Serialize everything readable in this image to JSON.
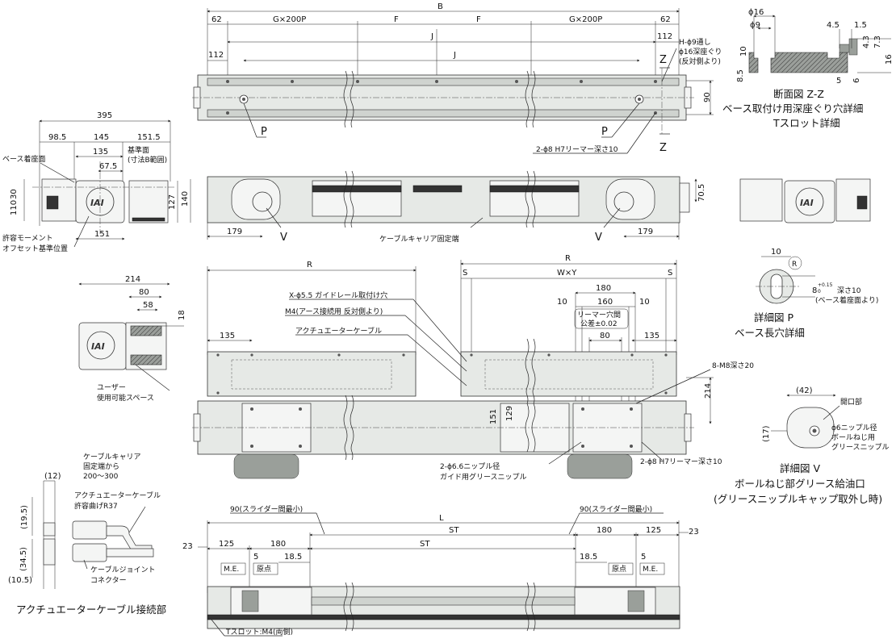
{
  "top_view": {
    "dims": {
      "B": "B",
      "d62_left": "62",
      "g200_left": "G×200P",
      "f_left": "F",
      "f_right": "F",
      "g200_right": "G×200P",
      "d62_right": "62",
      "j_upper": "J",
      "j_lower": "J",
      "d112_left": "112",
      "d112_right": "112",
      "d90": "90",
      "z_upper": "Z",
      "z_lower": "Z",
      "p_left": "P",
      "p_right": "P"
    },
    "notes": {
      "hole_line1": "H-ϕ9通し",
      "hole_line2": "ϕ16深座ぐり",
      "hole_line3": "(反対側より)",
      "reamer": "2-ϕ8 H7リーマー深さ10"
    }
  },
  "section_zz": {
    "dims": {
      "phi16": "ϕ16",
      "phi9": "ϕ9",
      "d10": "10",
      "d8_5": "8.5",
      "d4_5": "4.5",
      "d1_5": "1.5",
      "d4_3": "4.3",
      "d7_3": "7.3",
      "d16": "16",
      "d5": "5",
      "d6": "6"
    },
    "caption1": "断面図 Z-Z",
    "caption2": "ベース取付け用深座ぐり穴詳細",
    "caption3": "Tスロット詳細"
  },
  "end_view_left": {
    "dims": {
      "d395": "395",
      "d98_5": "98.5",
      "d145": "145",
      "d151_5": "151.5",
      "d135": "135",
      "d67_5": "67.5",
      "d30": "30",
      "d110": "110",
      "d127": "127",
      "d140": "140",
      "d151": "151"
    },
    "labels": {
      "base_face": "ベース着座面",
      "ref_face1": "基準面",
      "ref_face2": "(寸法B範囲)",
      "moment1": "許容モーメント",
      "moment2": "オフセット基準位置"
    }
  },
  "front_view": {
    "dims": {
      "d179_left": "179",
      "d179_right": "179",
      "d70_5": "70.5",
      "v_left": "V",
      "v_right": "V"
    },
    "labels": {
      "carrier_fixed": "ケーブルキャリア固定端"
    }
  },
  "detail_user_space": {
    "dims": {
      "d214": "214",
      "d80": "80",
      "d58": "58",
      "d18": "18"
    },
    "label1": "ユーザー",
    "label2": "使用可能スペース"
  },
  "plan_view": {
    "dims": {
      "r_left": "R",
      "r_right": "R",
      "s_left": "S",
      "s_right": "S",
      "wxy": "W×Y",
      "d180": "180",
      "d160": "160",
      "d10_left": "10",
      "d10_right": "10",
      "d80": "80",
      "d135_left": "135",
      "d135_right": "135",
      "d214": "214",
      "d151": "151",
      "d129": "129"
    },
    "notes": {
      "guide_rail": "X-ϕ5.5 ガイドレール取付け穴",
      "m4_earth": "M4(アース接続用 反対側より)",
      "act_cable": "アクチュエーターケーブル",
      "reamer_pitch1": "リーマー穴間",
      "reamer_pitch2": "公差±0.02",
      "m8": "8-M8深さ20",
      "nipple1": "2-ϕ6.6ニップル径",
      "nipple2": "ガイド用グリースニップル",
      "reamer2": "2-ϕ8 H7リーマー深さ10"
    }
  },
  "detail_p": {
    "dims": {
      "d10": "10",
      "r": "R",
      "d8": "8",
      "tol": "+0.15",
      "tol0": "0",
      "depth": "深さ10",
      "depth_note": "(ベース着座面より)"
    },
    "caption1": "詳細図 P",
    "caption2": "ベース長穴詳細"
  },
  "detail_v": {
    "dims": {
      "d42": "(42)",
      "d17": "(17)"
    },
    "labels": {
      "opening": "開口部",
      "nipple1": "ϕ6ニップル径",
      "nipple2": "ボールねじ用",
      "nipple3": "グリースニップル"
    },
    "caption1": "詳細図 V",
    "caption2": "ボールねじ部グリース給油口",
    "caption3": "(グリースニップルキャップ取外し時)"
  },
  "cable_connection": {
    "dims": {
      "d12": "(12)",
      "d19_5": "(19.5)",
      "d34_5": "(34.5)",
      "d10_5": "(10.5)"
    },
    "labels": {
      "carrier1": "ケーブルキャリア",
      "carrier2": "固定端から",
      "carrier3": "200～300",
      "bend1": "アクチュエーターケーブル",
      "bend2": "許容曲げR37",
      "joint1": "ケーブルジョイント",
      "joint2": "コネクター"
    },
    "caption": "アクチュエーターケーブル接続部"
  },
  "bottom_view": {
    "dims": {
      "d90_left": "90(スライダー間最小)",
      "d90_right": "90(スライダー間最小)",
      "L": "L",
      "d23_left": "23",
      "d23_right": "23",
      "d125_left": "125",
      "d180_left": "180",
      "st_upper": "ST",
      "st_lower": "ST",
      "d180_right": "180",
      "d125_right": "125",
      "d5_left": "5",
      "d5_right": "5",
      "d18_5_left": "18.5",
      "d18_5_right": "18.5",
      "me_left": "M.E.",
      "me_right": "M.E.",
      "origin_left": "原点",
      "origin_right": "原点"
    },
    "tslot": "Tスロット:M4(両側)"
  }
}
